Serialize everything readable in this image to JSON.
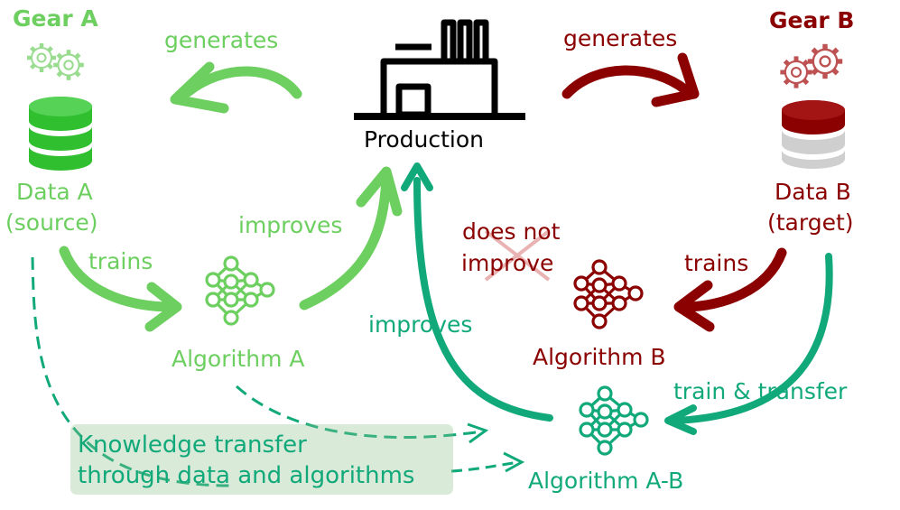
{
  "gear_a": {
    "title": "Gear A",
    "data_label_1": "Data A",
    "data_label_2": "(source)"
  },
  "gear_b": {
    "title": "Gear B",
    "data_label_1": "Data B",
    "data_label_2": "(target)"
  },
  "production": {
    "label": "Production"
  },
  "edges": {
    "generates_a": "generates",
    "generates_b": "generates",
    "trains_a": "trains",
    "trains_b": "trains",
    "improves_a": "improves",
    "improves_ab": "improves",
    "does_not_improve_1": "does not",
    "does_not_improve_2": "improve",
    "train_transfer": "train & transfer"
  },
  "algorithms": {
    "a": "Algorithm A",
    "b": "Algorithm B",
    "ab": "Algorithm A-B"
  },
  "knowledge_transfer": {
    "line1": "Knowledge transfer",
    "line2": "through data and algorithms"
  },
  "colors": {
    "green": "#6ccf5f",
    "dark_red": "#8b0000",
    "teal": "#11a97a",
    "black": "#000000"
  },
  "icons": [
    "gear-icon",
    "database-icon",
    "factory-icon",
    "neural-network-icon",
    "cross-icon"
  ]
}
